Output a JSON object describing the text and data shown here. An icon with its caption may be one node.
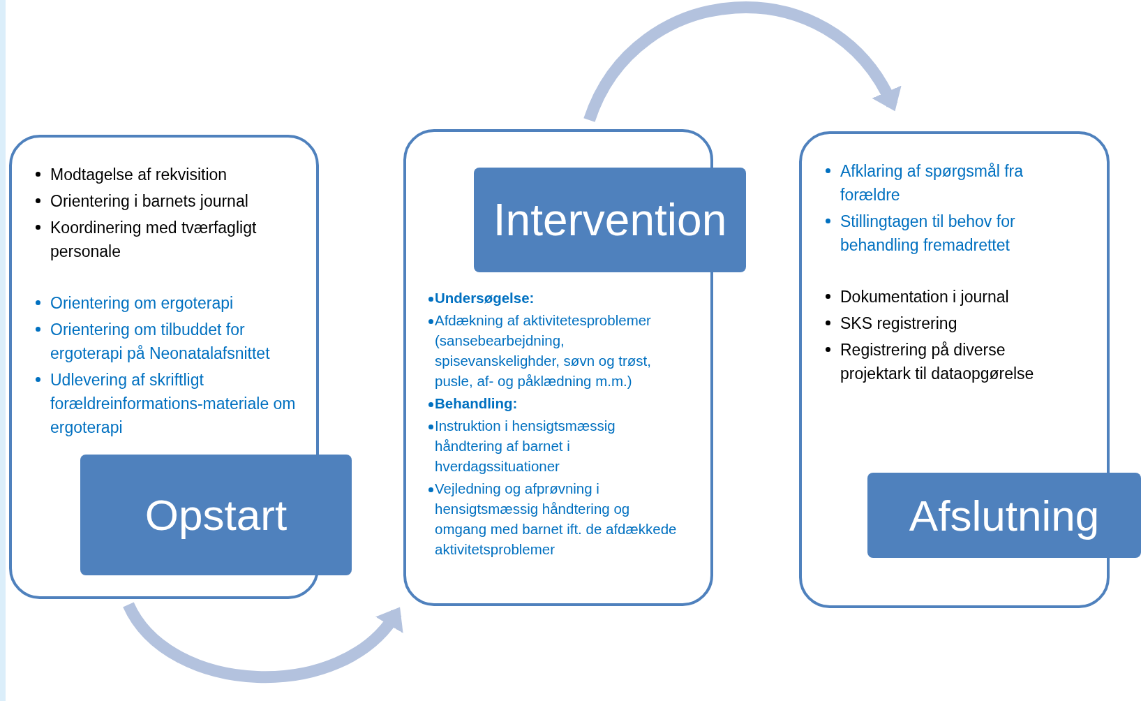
{
  "diagram": {
    "nodes": [
      {
        "text": [
          "Modtagelse af rekvisition",
          "Orientering i barnets journal",
          "Koordinering med tværfagligt personale",
          "Orientering om ergoterapi",
          "Orientering om tilbuddet for ergoterapi på Neonatalafsnittet",
          "Udlevering af skriftligt forældreinformations-materiale om ergoterapi"
        ]
      },
      {
        "text": [
          "Opstart"
        ]
      },
      {
        "text": [
          "Undersøgelse:",
          "Afdækning af aktivitetesproblemer (sansebearbejdning, spisevanskelighder, søvn og trøst, pusle, af- og påklædning m.m.)",
          "Behandling:",
          "Instruktion i hensigtsmæssig håndtering af barnet i hverdagssituationer",
          "Vejledning og afprøvning i hensigtsmæssig håndtering og omgang med barnet ift. de afdækkede aktivitetsproblemer"
        ]
      },
      {
        "text": [
          "Intervention"
        ]
      },
      {
        "text": [
          "Afklaring af spørgsmål fra forældre",
          "Stillingtagen til behov for behandling fremadrettet",
          "Dokumentation i journal",
          "SKS registrering",
          "Registrering på diverse projektark til dataopgørelse"
        ]
      },
      {
        "text": [
          "Afslutning"
        ]
      }
    ],
    "edges": [
      {
        "from": 0,
        "to": 2,
        "arrow": "to"
      },
      {
        "from": 2,
        "to": 4,
        "arrow": "to"
      }
    ]
  }
}
